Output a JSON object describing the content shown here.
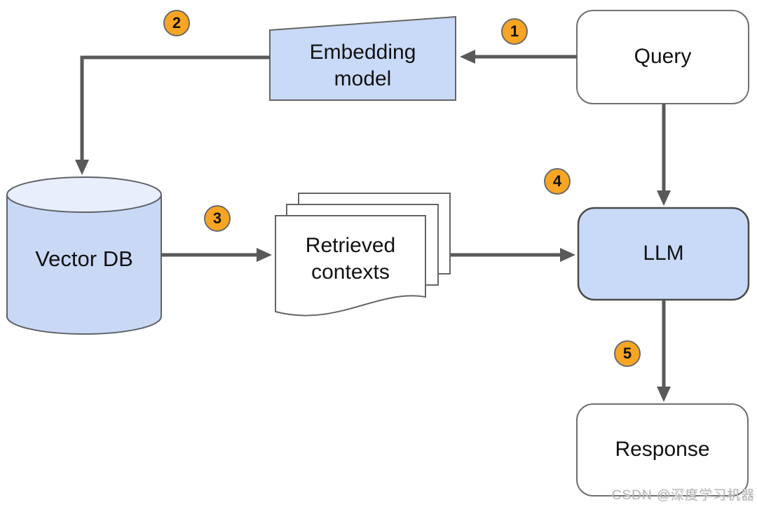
{
  "diagram": {
    "nodes": {
      "query": {
        "label": "Query",
        "shape": "rounded-rect",
        "fill": "#ffffff"
      },
      "embedding_model": {
        "label": "Embedding\nmodel",
        "shape": "trapezoid",
        "fill": "#c9daf8"
      },
      "vector_db": {
        "label": "Vector DB",
        "shape": "cylinder",
        "fill": "#c9daf8"
      },
      "retrieved_contexts": {
        "label": "Retrieved\ncontexts",
        "shape": "document-stack",
        "fill": "#ffffff"
      },
      "llm": {
        "label": "LLM",
        "shape": "rounded-rect",
        "fill": "#c9daf8"
      },
      "response": {
        "label": "Response",
        "shape": "rounded-rect",
        "fill": "#ffffff"
      }
    },
    "edges": [
      {
        "from": "query",
        "to": "embedding_model"
      },
      {
        "from": "embedding_model",
        "to": "vector_db"
      },
      {
        "from": "vector_db",
        "to": "retrieved_contexts"
      },
      {
        "from": "retrieved_contexts",
        "to": "llm"
      },
      {
        "from": "query",
        "to": "llm"
      },
      {
        "from": "llm",
        "to": "response"
      }
    ],
    "badges": {
      "b1": "1",
      "b2": "2",
      "b3": "3",
      "b4": "4",
      "b5": "5"
    }
  },
  "watermark": {
    "text": "CSDN @深度学习机器"
  },
  "colors": {
    "node_blue": "#c9daf8",
    "cylinder_top": "#e8eefb",
    "node_white": "#ffffff",
    "border": "#595959",
    "arrow": "#595959",
    "badge_fill": "#f7a523",
    "badge_border": "#6b6b6b",
    "text": "#111111",
    "watermark": "#b5b5b5",
    "background": "#ffffff"
  }
}
